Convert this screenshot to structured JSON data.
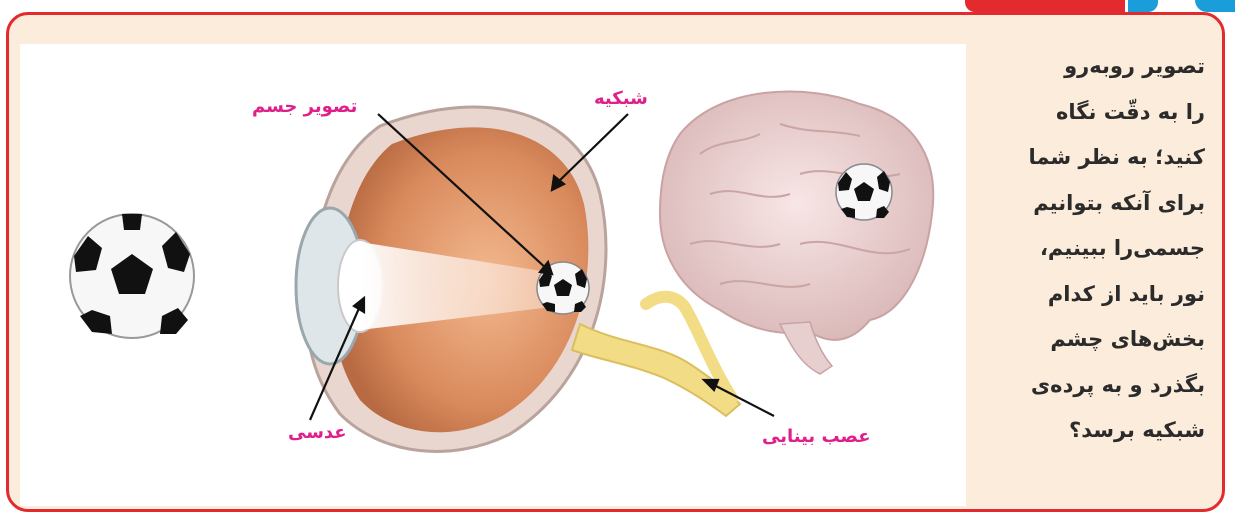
{
  "question": {
    "lines": [
      "تصویر روبه‌رو",
      "را  به دقّت نگاه",
      "کنید؛ به نظر شما",
      "برای آنکه بتوانیم",
      "جسمی‌را ببینیم،",
      "نور  باید از کدام",
      "بخش‌های چشم",
      "بگذرد و به پرده‌ی",
      "شبکیه برسد؟"
    ]
  },
  "labels": {
    "object_image": "تصویر جسم",
    "retina": "شبکیه",
    "lens": "عدسی",
    "optic_nerve": "عصب بینایی"
  },
  "colors": {
    "frame_border": "#e32a2f",
    "frame_fill": "#fcecdb",
    "label": "#e0208a",
    "accent_blue": "#1a9ed9"
  }
}
